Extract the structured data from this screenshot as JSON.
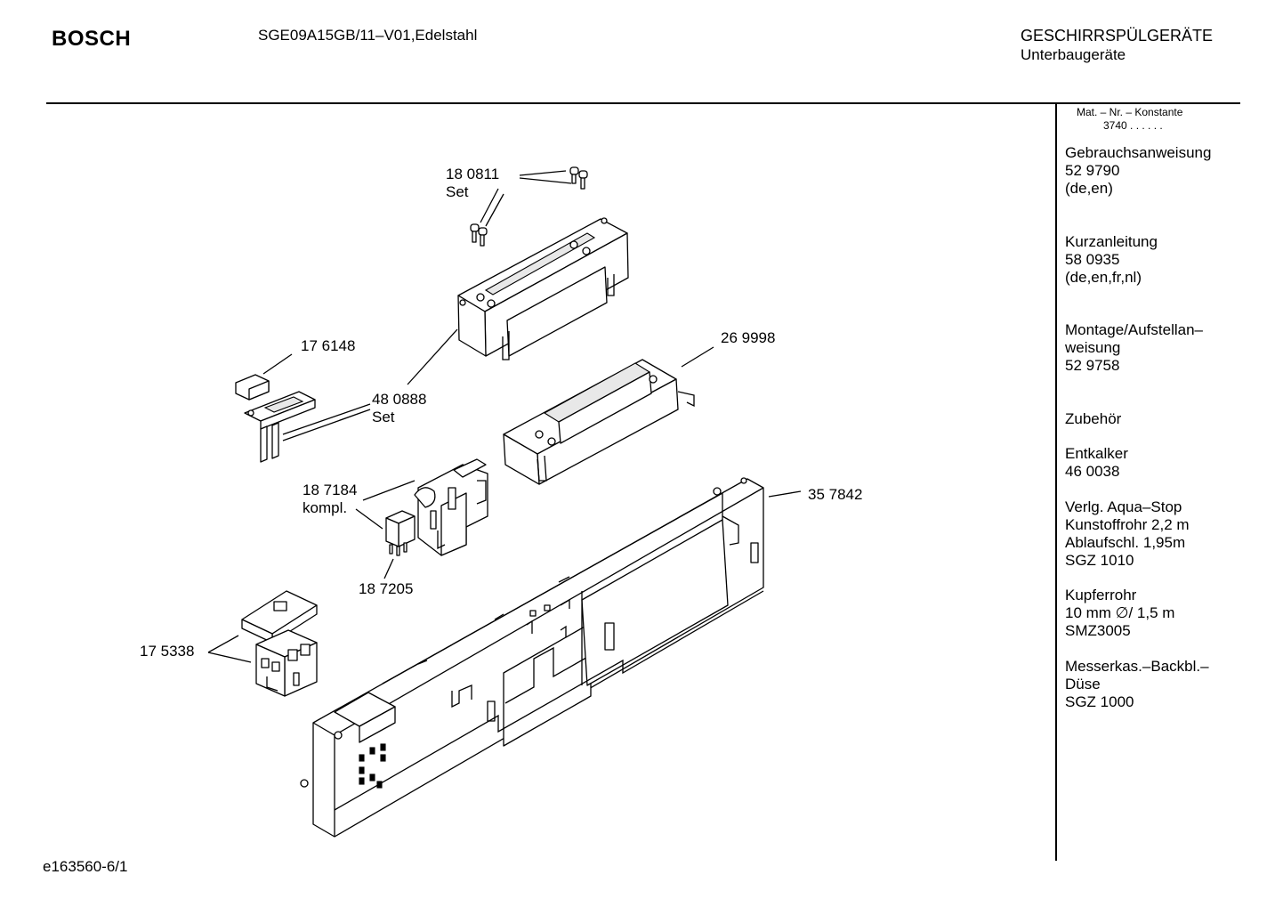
{
  "header": {
    "brand": "BOSCH",
    "model": "SGE09A15GB/11–V01,Edelstahl",
    "category": "GESCHIRRSPÜLGERÄTE",
    "subcategory": "Unterbaugeräte"
  },
  "material_constant": {
    "heading": "Mat. – Nr. – Konstante",
    "value": "3740 .  .  .  .  .  ."
  },
  "sidebar": [
    [
      "Gebrauchsanweisung",
      "52 9790",
      "(de,en)"
    ],
    [
      "Kurzanleitung",
      "58 0935",
      "(de,en,fr,nl)"
    ],
    [
      "Montage/Aufstellan–",
      "weisung",
      "52 9758"
    ],
    [
      "Zubehör"
    ],
    [
      "Entkalker",
      "46 0038"
    ],
    [
      "Verlg. Aqua–Stop",
      "Kunstoffrohr 2,2 m",
      "Ablaufschl. 1,95m",
      "SGZ 1010"
    ],
    [
      "Kupferrohr",
      "10 mm ∅/ 1,5 m",
      "SMZ3005"
    ],
    [
      "Messerkas.–Backbl.–",
      "Düse",
      "SGZ 1000"
    ]
  ],
  "part_labels": [
    [
      "18 0811",
      "Set"
    ],
    [
      "17 6148"
    ],
    [
      "26 9998"
    ],
    [
      "48 0888",
      "Set"
    ],
    [
      "18 7184",
      "kompl."
    ],
    [
      "35 7842"
    ],
    [
      "18 7205"
    ],
    [
      "17 5338"
    ]
  ],
  "footer": {
    "drawing_id": "e163560-6/1"
  }
}
